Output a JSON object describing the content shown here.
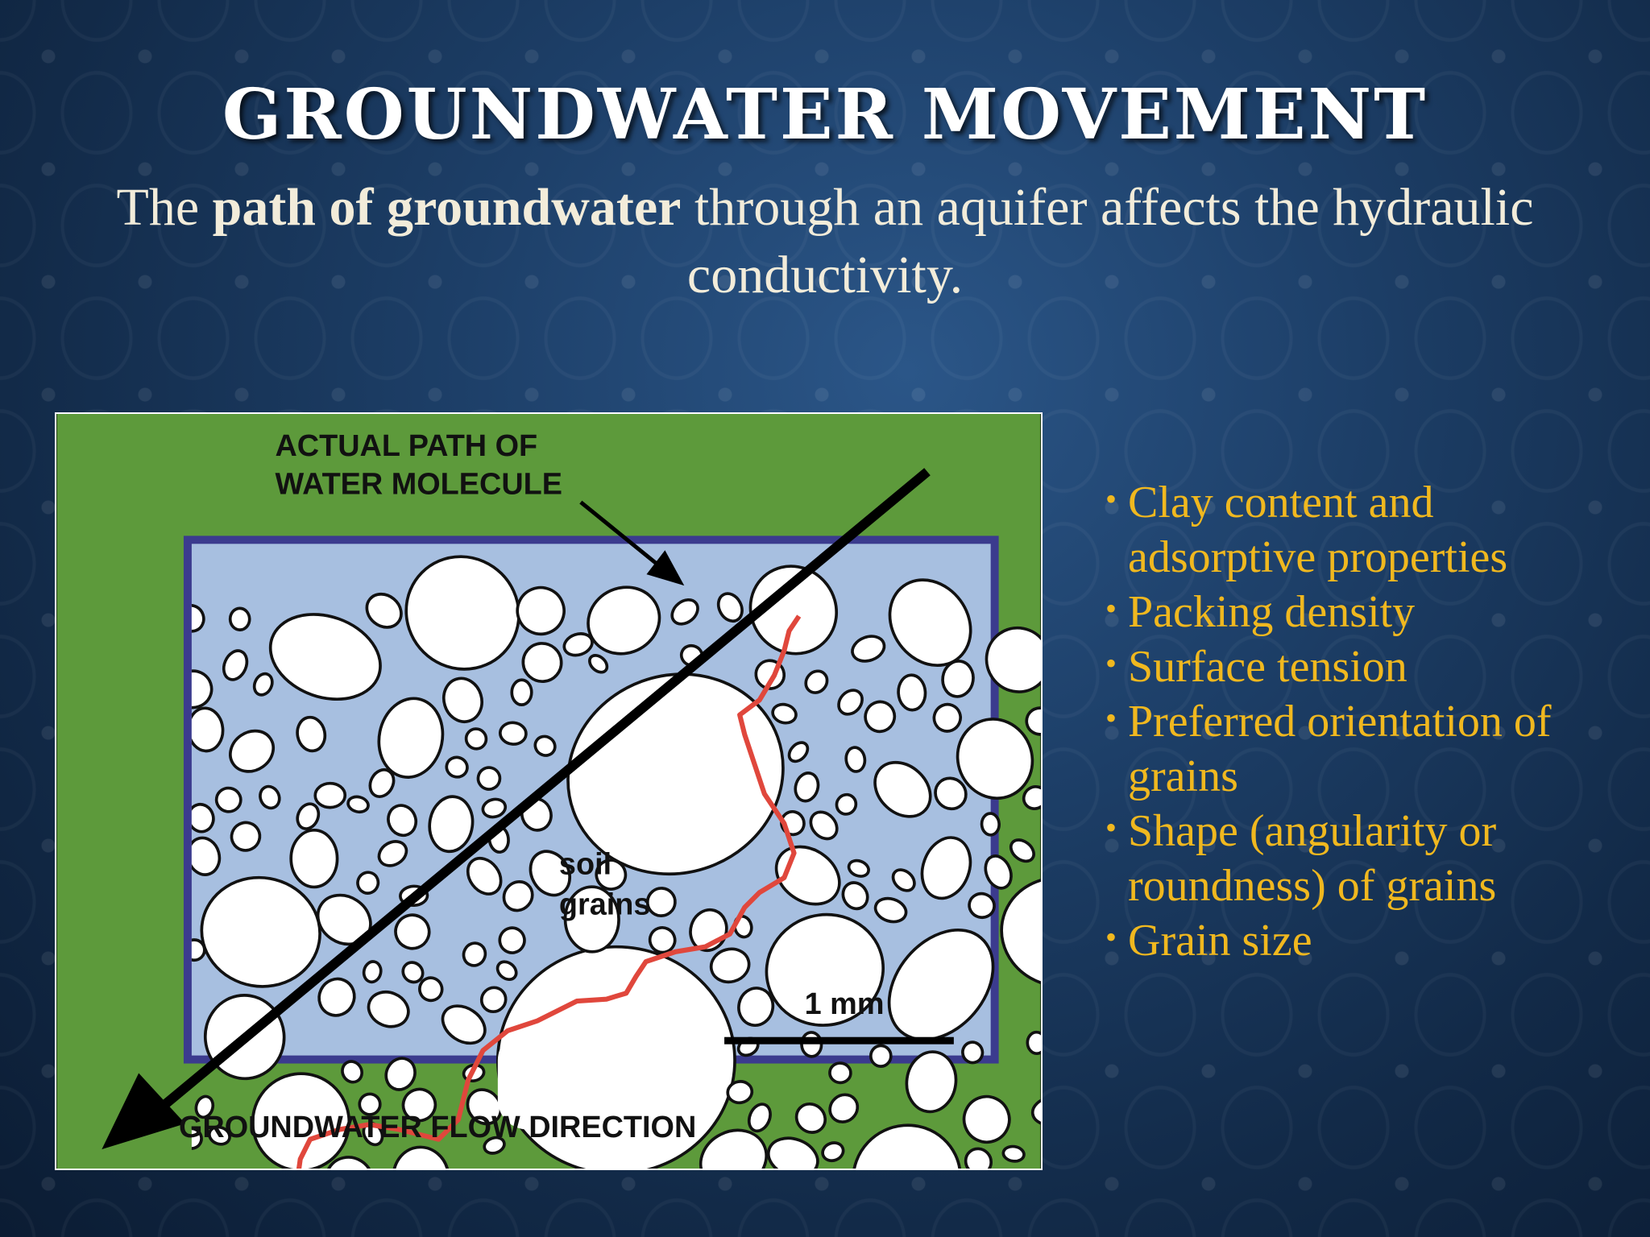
{
  "slide": {
    "title": "GROUNDWATER MOVEMENT",
    "subtitle_pre": "The ",
    "subtitle_bold": "path of groundwater",
    "subtitle_post": " through an aquifer affects the hydraulic conductivity."
  },
  "diagram": {
    "label_path_line1": "ACTUAL PATH OF",
    "label_path_line2": "WATER MOLECULE",
    "label_grains_line1": "soil",
    "label_grains_line2": "grains",
    "scale_label": "1 mm",
    "flow_label": "GROUNDWATER FLOW DIRECTION",
    "colors": {
      "frame": "#5d9a3b",
      "border": "#3b3b8e",
      "pore": "#a7bfe0",
      "grain": "#ffffff",
      "path": "#e0473c"
    }
  },
  "bullets": [
    "Clay content and adsorptive properties",
    "Packing density",
    "Surface tension",
    "Preferred orientation of grains",
    "Shape (angularity or roundness) of grains",
    "Grain size"
  ]
}
